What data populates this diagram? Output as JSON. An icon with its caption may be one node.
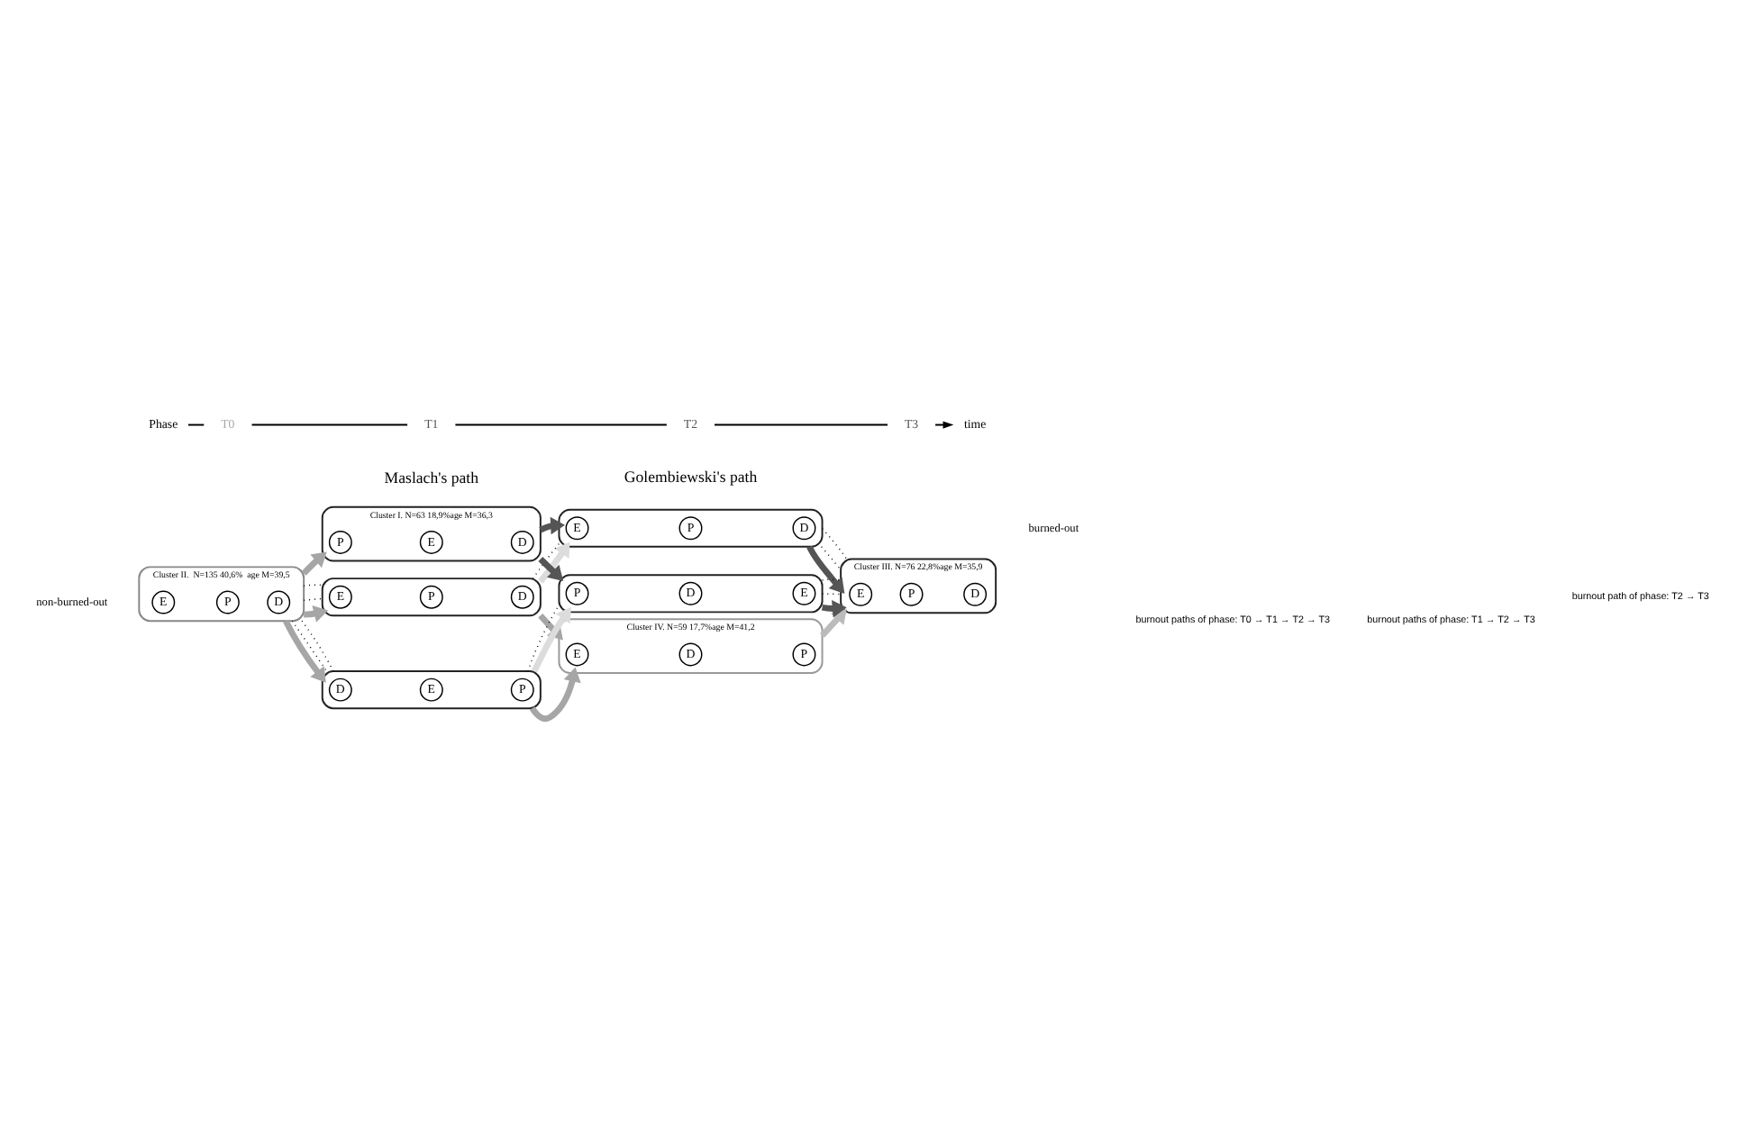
{
  "diagram": {
    "nodes": [
      {
        "text": [
          "Cluster II.  N=135 40,6%  age M=39,5"
        ],
        "beside": [
          "non-burned-out"
        ]
      },
      {
        "text": [
          "E"
        ],
        "in": 0
      },
      {
        "text": [
          "P"
        ],
        "in": 0
      },
      {
        "text": [
          "D"
        ],
        "in": 0
      },
      {
        "text": [],
        "shape": "box"
      },
      {
        "text": [
          "E"
        ],
        "in": 4
      },
      {
        "text": [
          "P"
        ],
        "in": 4
      },
      {
        "text": [
          "D"
        ],
        "in": 4
      },
      {
        "text": [
          "Cluster I. N=63 18,9%age M=36,3"
        ]
      },
      {
        "text": [
          "P"
        ],
        "in": 8
      },
      {
        "text": [
          "E"
        ],
        "in": 8
      },
      {
        "text": [
          "D"
        ],
        "in": 8
      },
      {
        "text": [],
        "shape": "box"
      },
      {
        "text": [
          "D"
        ],
        "in": 12
      },
      {
        "text": [
          "E"
        ],
        "in": 12
      },
      {
        "text": [
          "P"
        ],
        "in": 12
      },
      {
        "text": [],
        "shape": "box"
      },
      {
        "text": [
          "E"
        ],
        "in": 16
      },
      {
        "text": [
          "P"
        ],
        "in": 16
      },
      {
        "text": [
          "D"
        ],
        "in": 16
      },
      {
        "text": [
          "Cluster IV. N=59 17,7%age M=41,2"
        ]
      },
      {
        "text": [
          "E"
        ],
        "in": 20
      },
      {
        "text": [
          "D"
        ],
        "in": 20
      },
      {
        "text": [
          "P"
        ],
        "in": 20
      },
      {
        "text": [],
        "shape": "box"
      },
      {
        "text": [
          "P"
        ],
        "in": 24
      },
      {
        "text": [
          "D"
        ],
        "in": 24
      },
      {
        "text": [
          "E"
        ],
        "in": 24
      },
      {
        "text": [
          "Cluster III. N=76 22,8%age M=35,9"
        ],
        "beside": [
          "burned-out"
        ]
      },
      {
        "text": [
          "E"
        ],
        "in": 28
      },
      {
        "text": [
          "P"
        ],
        "in": 28
      },
      {
        "text": [
          "D"
        ],
        "in": 28
      }
    ],
    "edges": [
      {
        "from": 0,
        "to": 4,
        "arrow": "to",
        "color": "#a6a6a6"
      },
      {
        "from": 0,
        "to": 8,
        "arrow": "to",
        "color": "#a6a6a6"
      },
      {
        "from": 0,
        "to": 12,
        "arrow": "to",
        "color": "#a6a6a6"
      },
      {
        "from": 4,
        "to": 16,
        "arrow": "to",
        "color": "#dcdcdc"
      },
      {
        "from": 4,
        "to": 20,
        "arrow": "to",
        "color": "#a6a6a6"
      },
      {
        "from": 8,
        "to": 16,
        "arrow": "to",
        "color": "#555555"
      },
      {
        "from": 8,
        "to": 24,
        "arrow": "to",
        "color": "#555555"
      },
      {
        "from": 12,
        "to": 20,
        "arrow": "to",
        "color": "#a6a6a6"
      },
      {
        "from": 12,
        "to": 24,
        "arrow": "to",
        "color": "#dcdcdc"
      },
      {
        "from": 16,
        "to": 28,
        "arrow": "to",
        "color": "#555555"
      },
      {
        "from": 20,
        "to": 28,
        "arrow": "to",
        "color": "#bbbbbb"
      },
      {
        "from": 24,
        "to": 28,
        "arrow": "to",
        "color": "#555555"
      },
      {
        "from": 0,
        "to": 4,
        "arrow": "none",
        "style": "dashed"
      },
      {
        "from": 0,
        "to": 4,
        "arrow": "none",
        "style": "dashed"
      },
      {
        "from": 4,
        "to": 16,
        "arrow": "none",
        "style": "dashed"
      },
      {
        "from": 16,
        "to": 28,
        "arrow": "none",
        "style": "dashed"
      },
      {
        "from": 16,
        "to": 28,
        "arrow": "none",
        "style": "dashed"
      },
      {
        "from": 0,
        "to": 12,
        "arrow": "none",
        "style": "dashed"
      },
      {
        "from": 0,
        "to": 12,
        "arrow": "none",
        "style": "dashed"
      },
      {
        "from": 12,
        "to": 24,
        "arrow": "none",
        "style": "dashed"
      },
      {
        "from": 24,
        "to": 28,
        "arrow": "none",
        "style": "dashed"
      },
      {
        "from": 24,
        "to": 28,
        "arrow": "none",
        "style": "dashed"
      }
    ],
    "labels": [
      "Maslach's path",
      "Golembiewski's path",
      "Phase",
      "T0",
      "T1",
      "T2",
      "T3",
      "time"
    ],
    "legend": [
      {
        "text": "burnout paths of phase: T0 → T1 → T2 → T3"
      },
      {
        "text": "burnout paths of phase: T1 → T2 → T3"
      },
      {
        "text": "burnout path of phase: T2 → T3"
      }
    ]
  }
}
